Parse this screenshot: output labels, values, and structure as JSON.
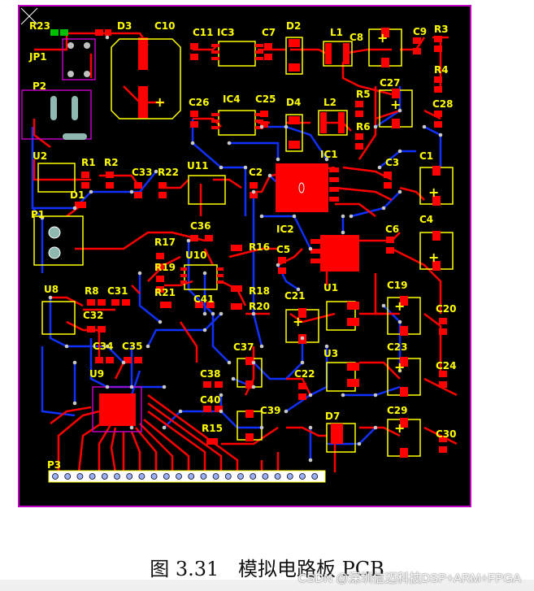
{
  "caption": {
    "figure_number": "图 3.31",
    "title": "模拟电路板 PCB"
  },
  "watermark": "CSDN @深圳信迈科技DSP+ARM+FPGA",
  "colors": {
    "board": "#000000",
    "frame": "#c000c0",
    "top_copper": "#ff0000",
    "bottom_copper": "#1030ff",
    "silkscreen": "#ffff00",
    "pad": "#ff0000",
    "via": "#c0c0c0"
  },
  "components": [
    {
      "id": "R23",
      "label": "R23"
    },
    {
      "id": "D3",
      "label": "D3"
    },
    {
      "id": "C10",
      "label": "C10"
    },
    {
      "id": "C11",
      "label": "C11"
    },
    {
      "id": "IC3",
      "label": "IC3"
    },
    {
      "id": "C7",
      "label": "C7"
    },
    {
      "id": "D2",
      "label": "D2"
    },
    {
      "id": "L1",
      "label": "L1"
    },
    {
      "id": "C8",
      "label": "C8"
    },
    {
      "id": "C9",
      "label": "C9"
    },
    {
      "id": "R3",
      "label": "R3"
    },
    {
      "id": "JP1",
      "label": "JP1"
    },
    {
      "id": "R4",
      "label": "R4"
    },
    {
      "id": "P2",
      "label": "P2"
    },
    {
      "id": "C27",
      "label": "C27"
    },
    {
      "id": "C26",
      "label": "C26"
    },
    {
      "id": "IC4",
      "label": "IC4"
    },
    {
      "id": "C25",
      "label": "C25"
    },
    {
      "id": "D4",
      "label": "D4"
    },
    {
      "id": "L2",
      "label": "L2"
    },
    {
      "id": "R5",
      "label": "R5"
    },
    {
      "id": "C28",
      "label": "C28"
    },
    {
      "id": "R6",
      "label": "R6"
    },
    {
      "id": "IC1",
      "label": "IC1"
    },
    {
      "id": "U2",
      "label": "U2"
    },
    {
      "id": "R1",
      "label": "R1"
    },
    {
      "id": "R2",
      "label": "R2"
    },
    {
      "id": "C33",
      "label": "C33"
    },
    {
      "id": "R22",
      "label": "R22"
    },
    {
      "id": "U11",
      "label": "U11"
    },
    {
      "id": "C2",
      "label": "C2"
    },
    {
      "id": "C3",
      "label": "C3"
    },
    {
      "id": "C1",
      "label": "C1"
    },
    {
      "id": "D1",
      "label": "D1"
    },
    {
      "id": "P1",
      "label": "P1"
    },
    {
      "id": "C36",
      "label": "C36"
    },
    {
      "id": "IC2",
      "label": "IC2"
    },
    {
      "id": "C6",
      "label": "C6"
    },
    {
      "id": "C4",
      "label": "C4"
    },
    {
      "id": "R17",
      "label": "R17"
    },
    {
      "id": "R16",
      "label": "R16"
    },
    {
      "id": "C5",
      "label": "C5"
    },
    {
      "id": "U10",
      "label": "U10"
    },
    {
      "id": "R19",
      "label": "R19"
    },
    {
      "id": "R21",
      "label": "R21"
    },
    {
      "id": "R18",
      "label": "R18"
    },
    {
      "id": "C21",
      "label": "C21"
    },
    {
      "id": "U1",
      "label": "U1"
    },
    {
      "id": "C19",
      "label": "C19"
    },
    {
      "id": "U8",
      "label": "U8"
    },
    {
      "id": "R8",
      "label": "R8"
    },
    {
      "id": "C31",
      "label": "C31"
    },
    {
      "id": "C41",
      "label": "C41"
    },
    {
      "id": "R20",
      "label": "R20"
    },
    {
      "id": "C20",
      "label": "C20"
    },
    {
      "id": "C32",
      "label": "C32"
    },
    {
      "id": "C34",
      "label": "C34"
    },
    {
      "id": "C35",
      "label": "C35"
    },
    {
      "id": "C37",
      "label": "C37"
    },
    {
      "id": "U3",
      "label": "U3"
    },
    {
      "id": "C23",
      "label": "C23"
    },
    {
      "id": "C24",
      "label": "C24"
    },
    {
      "id": "U9",
      "label": "U9"
    },
    {
      "id": "C38",
      "label": "C38"
    },
    {
      "id": "C22",
      "label": "C22"
    },
    {
      "id": "C40",
      "label": "C40"
    },
    {
      "id": "C39",
      "label": "C39"
    },
    {
      "id": "D7",
      "label": "D7"
    },
    {
      "id": "C29",
      "label": "C29"
    },
    {
      "id": "C30",
      "label": "C30"
    },
    {
      "id": "R15",
      "label": "R15"
    },
    {
      "id": "P3",
      "label": "P3"
    }
  ]
}
